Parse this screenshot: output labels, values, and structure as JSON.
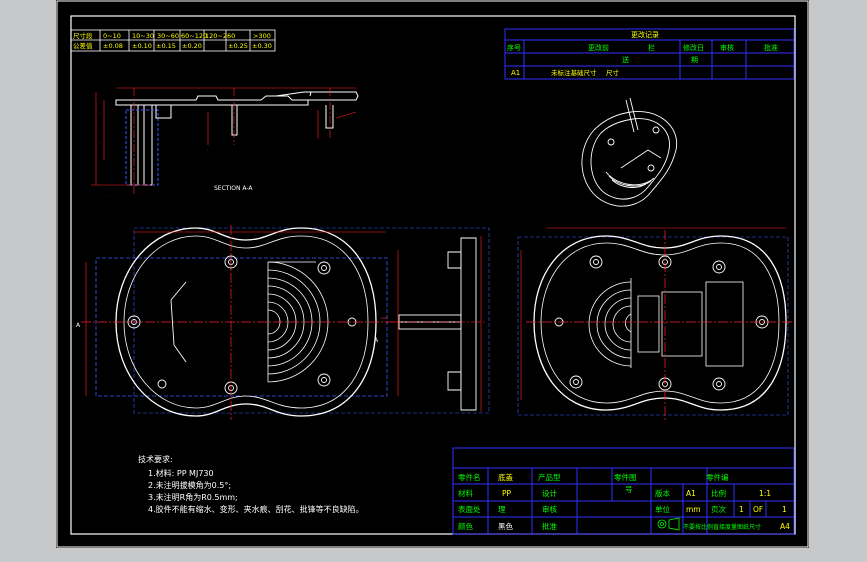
{
  "colors": {
    "background": "#000000",
    "window": "#c7c8c9",
    "frame": "#ffffff",
    "table_lines": "#3030ff",
    "table_text": "#ffff00",
    "table_header": "#00ff00",
    "dimension": "#ff2020",
    "centerline": "#ff2020",
    "outline": "#ffffff",
    "hidden": "#3a5cff",
    "notes": "#ffffff"
  },
  "tolerance_table": {
    "header_label": "尺寸段",
    "ranges": [
      "0~10",
      "10~30",
      "30~60",
      "60~120",
      "120~260",
      ">300"
    ],
    "row_label": "公差值",
    "values": [
      "±0.08",
      "±0.10",
      "±0.15",
      "±0.20",
      "±0.25",
      "±0.30"
    ]
  },
  "revision_table": {
    "title": "更改记录",
    "headers": [
      "序号",
      "更改前",
      "栏",
      "修改日",
      "审核",
      "批准"
    ],
    "header_row2": [
      "",
      "",
      "送",
      "期",
      "",
      ""
    ],
    "rows": [
      {
        "no": "A1",
        "content": "未标注基础尺寸",
        "tail": "尺寸"
      }
    ]
  },
  "section_label": "SECTION A-A",
  "section_markers": [
    "A",
    "A"
  ],
  "notes": {
    "title": "技术要求:",
    "lines": [
      "1.材料: PP MJ730",
      "2.未注明拔模角为0.5°;",
      "3.未注明R角为R0.5mm;",
      "4.胶件不能有缩水、变形、夹水痕、刮花、批锋等不良缺陷。"
    ]
  },
  "title_block": {
    "name_label": "零件名",
    "name_value": "底盖",
    "product_label": "产品型",
    "drawing_label": "零件图",
    "drawing_value": "号",
    "number_label": "零件编",
    "material_label": "材料",
    "material_value": "PP",
    "design_label": "设计",
    "version_label": "版本",
    "version_value": "A1",
    "scale_label": "比例",
    "scale_value": "1:1",
    "surface_label": "表面处",
    "surface_value": "理",
    "review_label": "审核",
    "unit_label": "单位",
    "unit_value": "mm",
    "page_label": "页次",
    "page_value": "1",
    "of_label": "OF",
    "page_total": "1",
    "color_label": "颜色",
    "color_value": "黑色",
    "approve_label": "批准",
    "footer_note": "不要按比例直接度量图纸尺寸",
    "sheet_size": "A4"
  }
}
